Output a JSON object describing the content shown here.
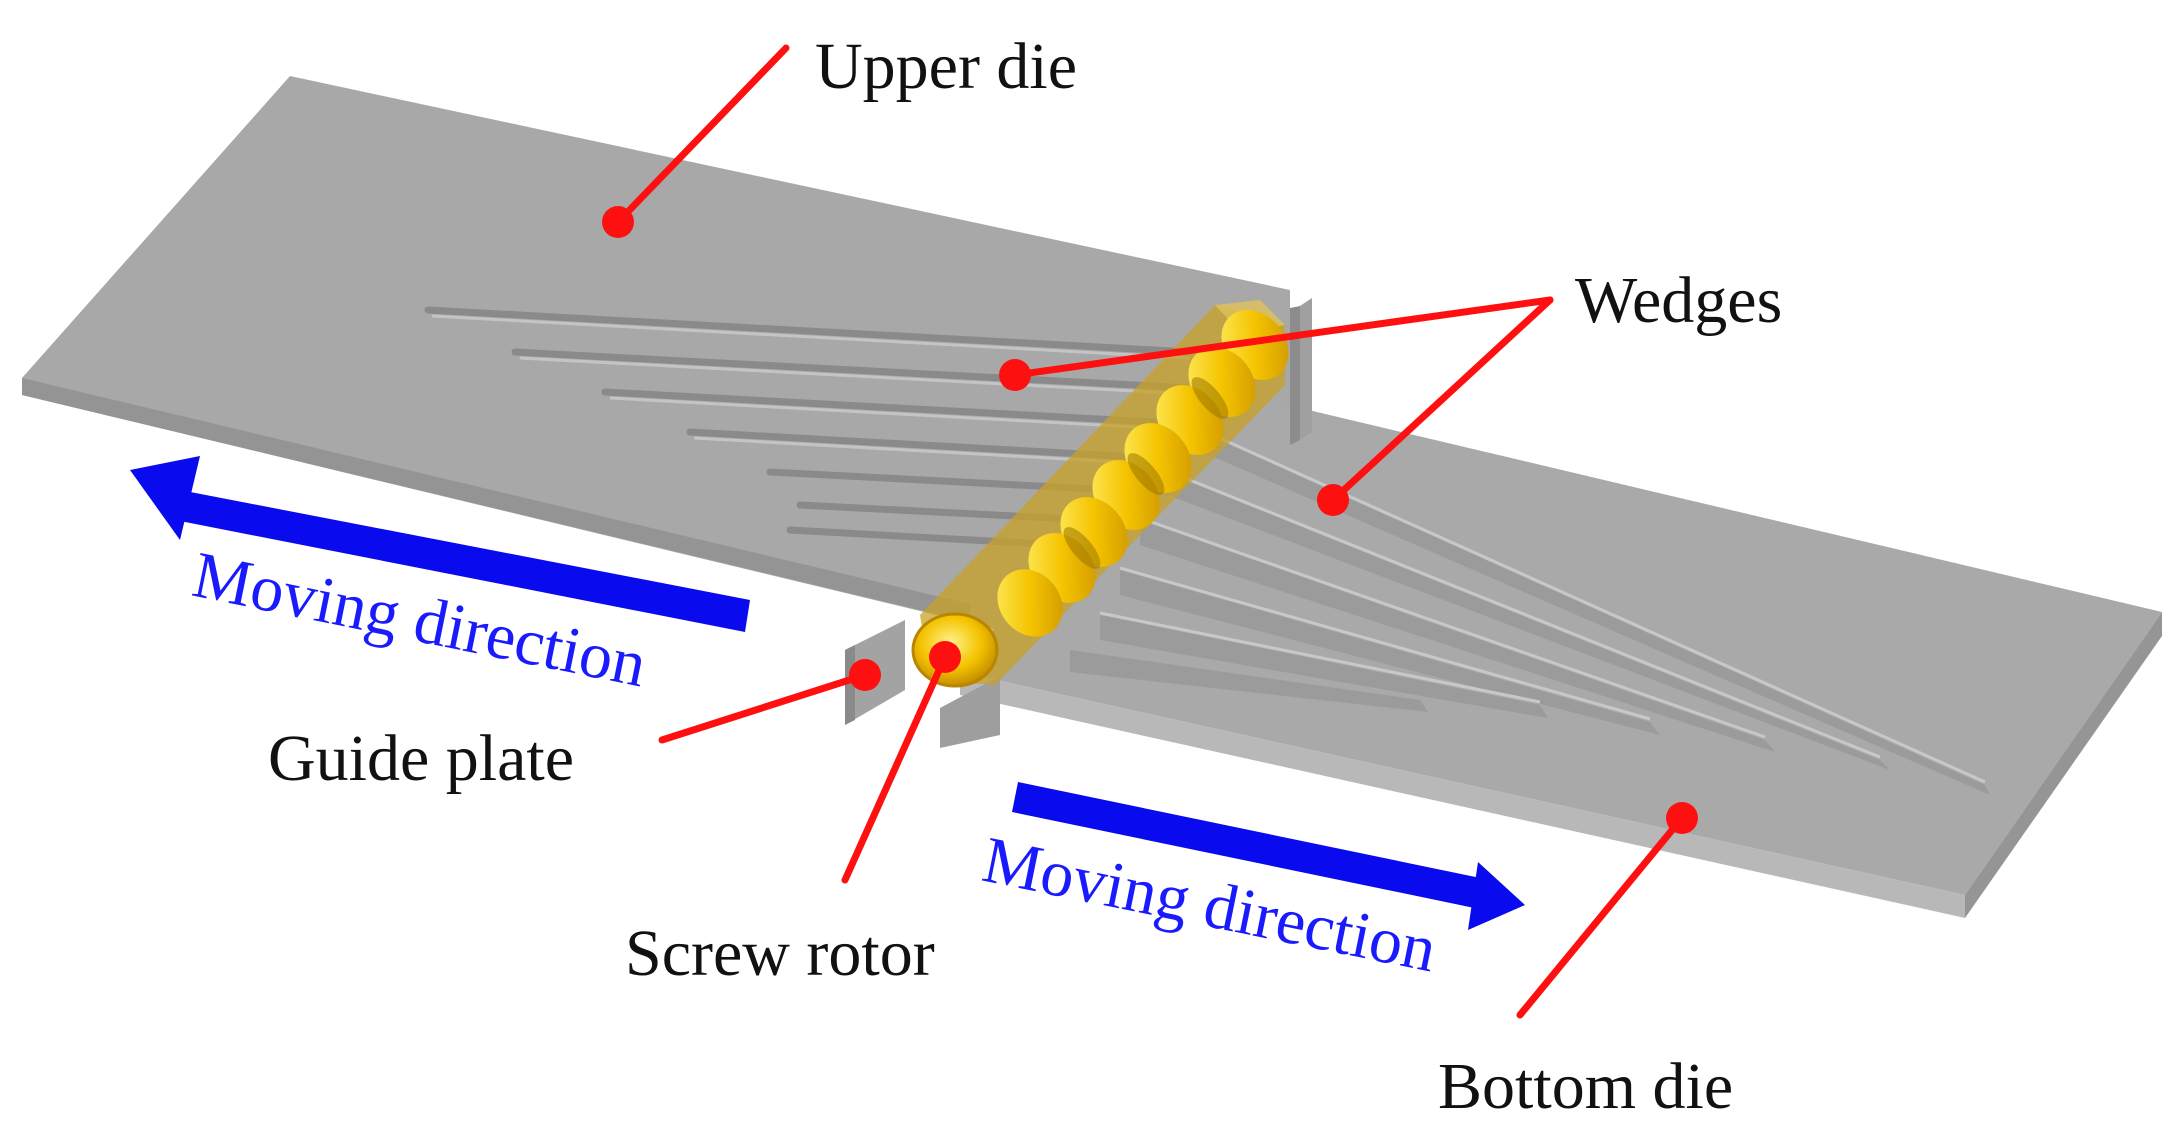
{
  "labels": {
    "upper_die": "Upper die",
    "wedges": "Wedges",
    "guide_plate": "Guide plate",
    "screw_rotor": "Screw rotor",
    "bottom_die": "Bottom die",
    "moving_direction_left": "Moving direction",
    "moving_direction_right": "Moving direction"
  },
  "colors": {
    "die_top": "#a9a9a9",
    "die_edge": "#8f8f8f",
    "leader": "#ff1010",
    "arrow": "#0a0aee",
    "rotor": "#f2c200",
    "rotor_glass": "#c9a227"
  }
}
